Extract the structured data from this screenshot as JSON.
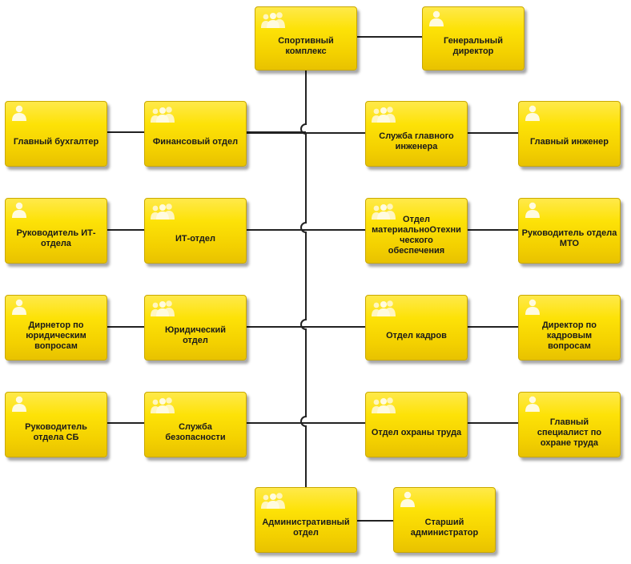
{
  "colors": {
    "node_fill": "#fde207",
    "node_border": "#c9a800",
    "line": "#222222"
  },
  "nodes": {
    "sport": {
      "label": "Спортивный комплекс",
      "icon": "group-icon"
    },
    "gendir": {
      "label": "Генеральный директор",
      "icon": "person-icon"
    },
    "glavbuh": {
      "label": "Главный бухгалтер",
      "icon": "person-icon"
    },
    "findep": {
      "label": "Финансовый отдел",
      "icon": "group-icon"
    },
    "chiefeng_service": {
      "label": "Служба главного инженера",
      "icon": "group-icon"
    },
    "chiefeng": {
      "label": "Главный инженер",
      "icon": "person-icon"
    },
    "it_head": {
      "label": "Руководитель ИТ-\nотдела",
      "icon": "person-icon"
    },
    "it_dep": {
      "label": "ИТ-отдел",
      "icon": "group-icon"
    },
    "mto_dep": {
      "label": "Отдел\nматериальноОтехни\nческого\nобеспечения",
      "icon": "group-icon"
    },
    "mto_head": {
      "label": "Руководитель отдела МТО",
      "icon": "person-icon"
    },
    "legal_dir": {
      "label": "Дирнетор по\nюридическим\nвопросам",
      "icon": "person-icon"
    },
    "legal_dep": {
      "label": "Юридический\nотдел",
      "icon": "group-icon"
    },
    "hr_dep": {
      "label": "Отдел кадров",
      "icon": "group-icon"
    },
    "hr_dir": {
      "label": "Директор по\nкадровым\nвопросам",
      "icon": "person-icon"
    },
    "sb_head": {
      "label": "Руководитель\nотдела СБ",
      "icon": "person-icon"
    },
    "sb_service": {
      "label": "Служба\nбезопасности",
      "icon": "group-icon"
    },
    "safety_dep": {
      "label": "Отдел охраны труда",
      "icon": "group-icon"
    },
    "safety_spec": {
      "label": "Главный\nспециалист по\nохране труда",
      "icon": "person-icon"
    },
    "admin_dep": {
      "label": "Административный\nотдел",
      "icon": "group-icon"
    },
    "senior_admin": {
      "label": "Старший\nадминистратор",
      "icon": "person-icon"
    }
  }
}
